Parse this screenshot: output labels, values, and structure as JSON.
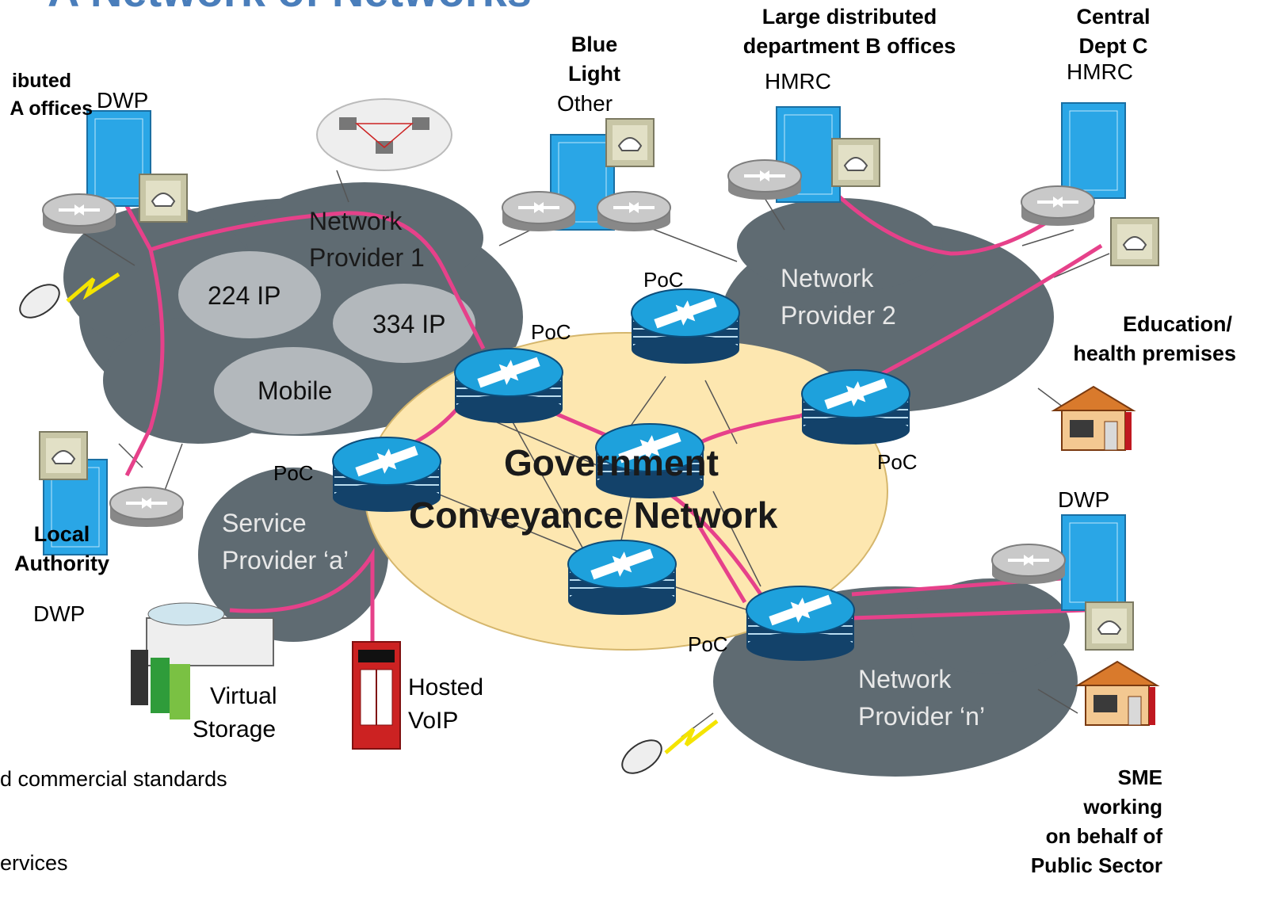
{
  "title": "A Network of Networks",
  "colors": {
    "cloud_grey": "#5f6b72",
    "cloud_light": "#b3b8bc",
    "gcn_yellow": "#fde7b0",
    "link_pink": "#e6418a",
    "router_blue": "#1ea1dc",
    "building_blue": "#2aa6e6",
    "title_blue": "#4a7ebb"
  },
  "groups": {
    "dept_a": "Large distributed department A offices",
    "blue_light": [
      "Blue",
      "Light"
    ],
    "dept_b": [
      "Large distributed",
      "department B offices"
    ],
    "central_c": [
      "Central",
      "Dept C"
    ],
    "education": [
      "Education/",
      "health premises"
    ],
    "local_authority": [
      "Local",
      "Authority"
    ],
    "sme": [
      "SME",
      "working",
      "on behalf of",
      "Public Sector"
    ]
  },
  "building_labels": {
    "dwp_top": "DWP",
    "other": "Other",
    "hmrc_b": "HMRC",
    "hmrc_c": "HMRC",
    "dwp_left": "DWP",
    "dwp_right": "DWP"
  },
  "clouds": {
    "np1": [
      "Network",
      "Provider 1"
    ],
    "np2": [
      "Network",
      "Provider 2"
    ],
    "npn": [
      "Network",
      "Provider ‘n’"
    ],
    "spa": [
      "Service",
      "Provider ‘a’"
    ],
    "gcn": [
      "Government",
      "Conveyance Network"
    ],
    "ip224": "224 IP",
    "ip334": "334 IP",
    "mobile": "Mobile"
  },
  "poc_label": "PoC",
  "services": {
    "storage": [
      "Virtual",
      "Storage"
    ],
    "voip": [
      "Hosted",
      "VoIP"
    ]
  },
  "bullets": {
    "b1": "Built to open and commercial standards",
    "b2": "Shared services"
  }
}
